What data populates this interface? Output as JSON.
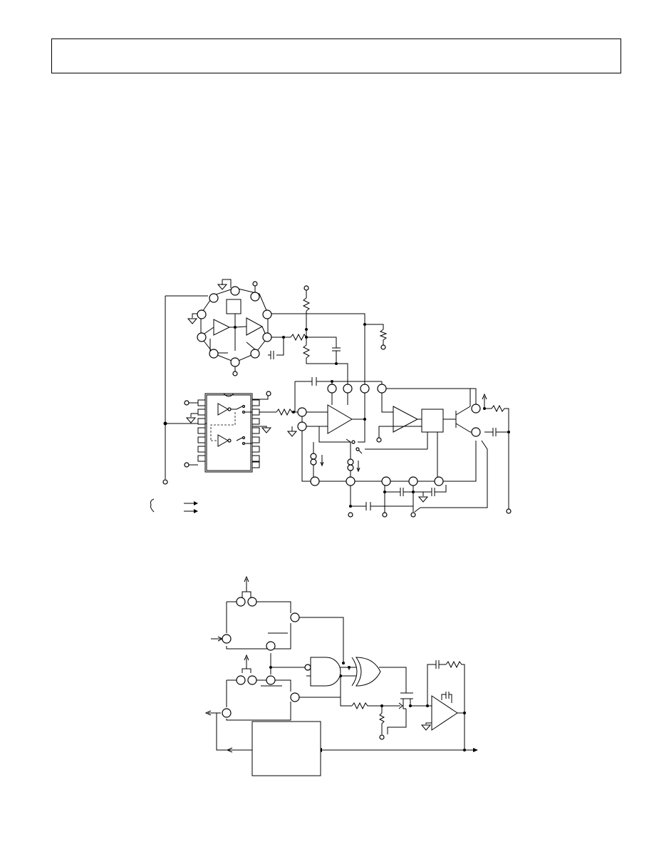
{
  "page": {
    "background": "#ffffff",
    "ink": "#000000"
  },
  "figures": [
    {
      "id": "figure-1",
      "kind": "schematic"
    },
    {
      "id": "figure-2",
      "kind": "schematic"
    }
  ]
}
